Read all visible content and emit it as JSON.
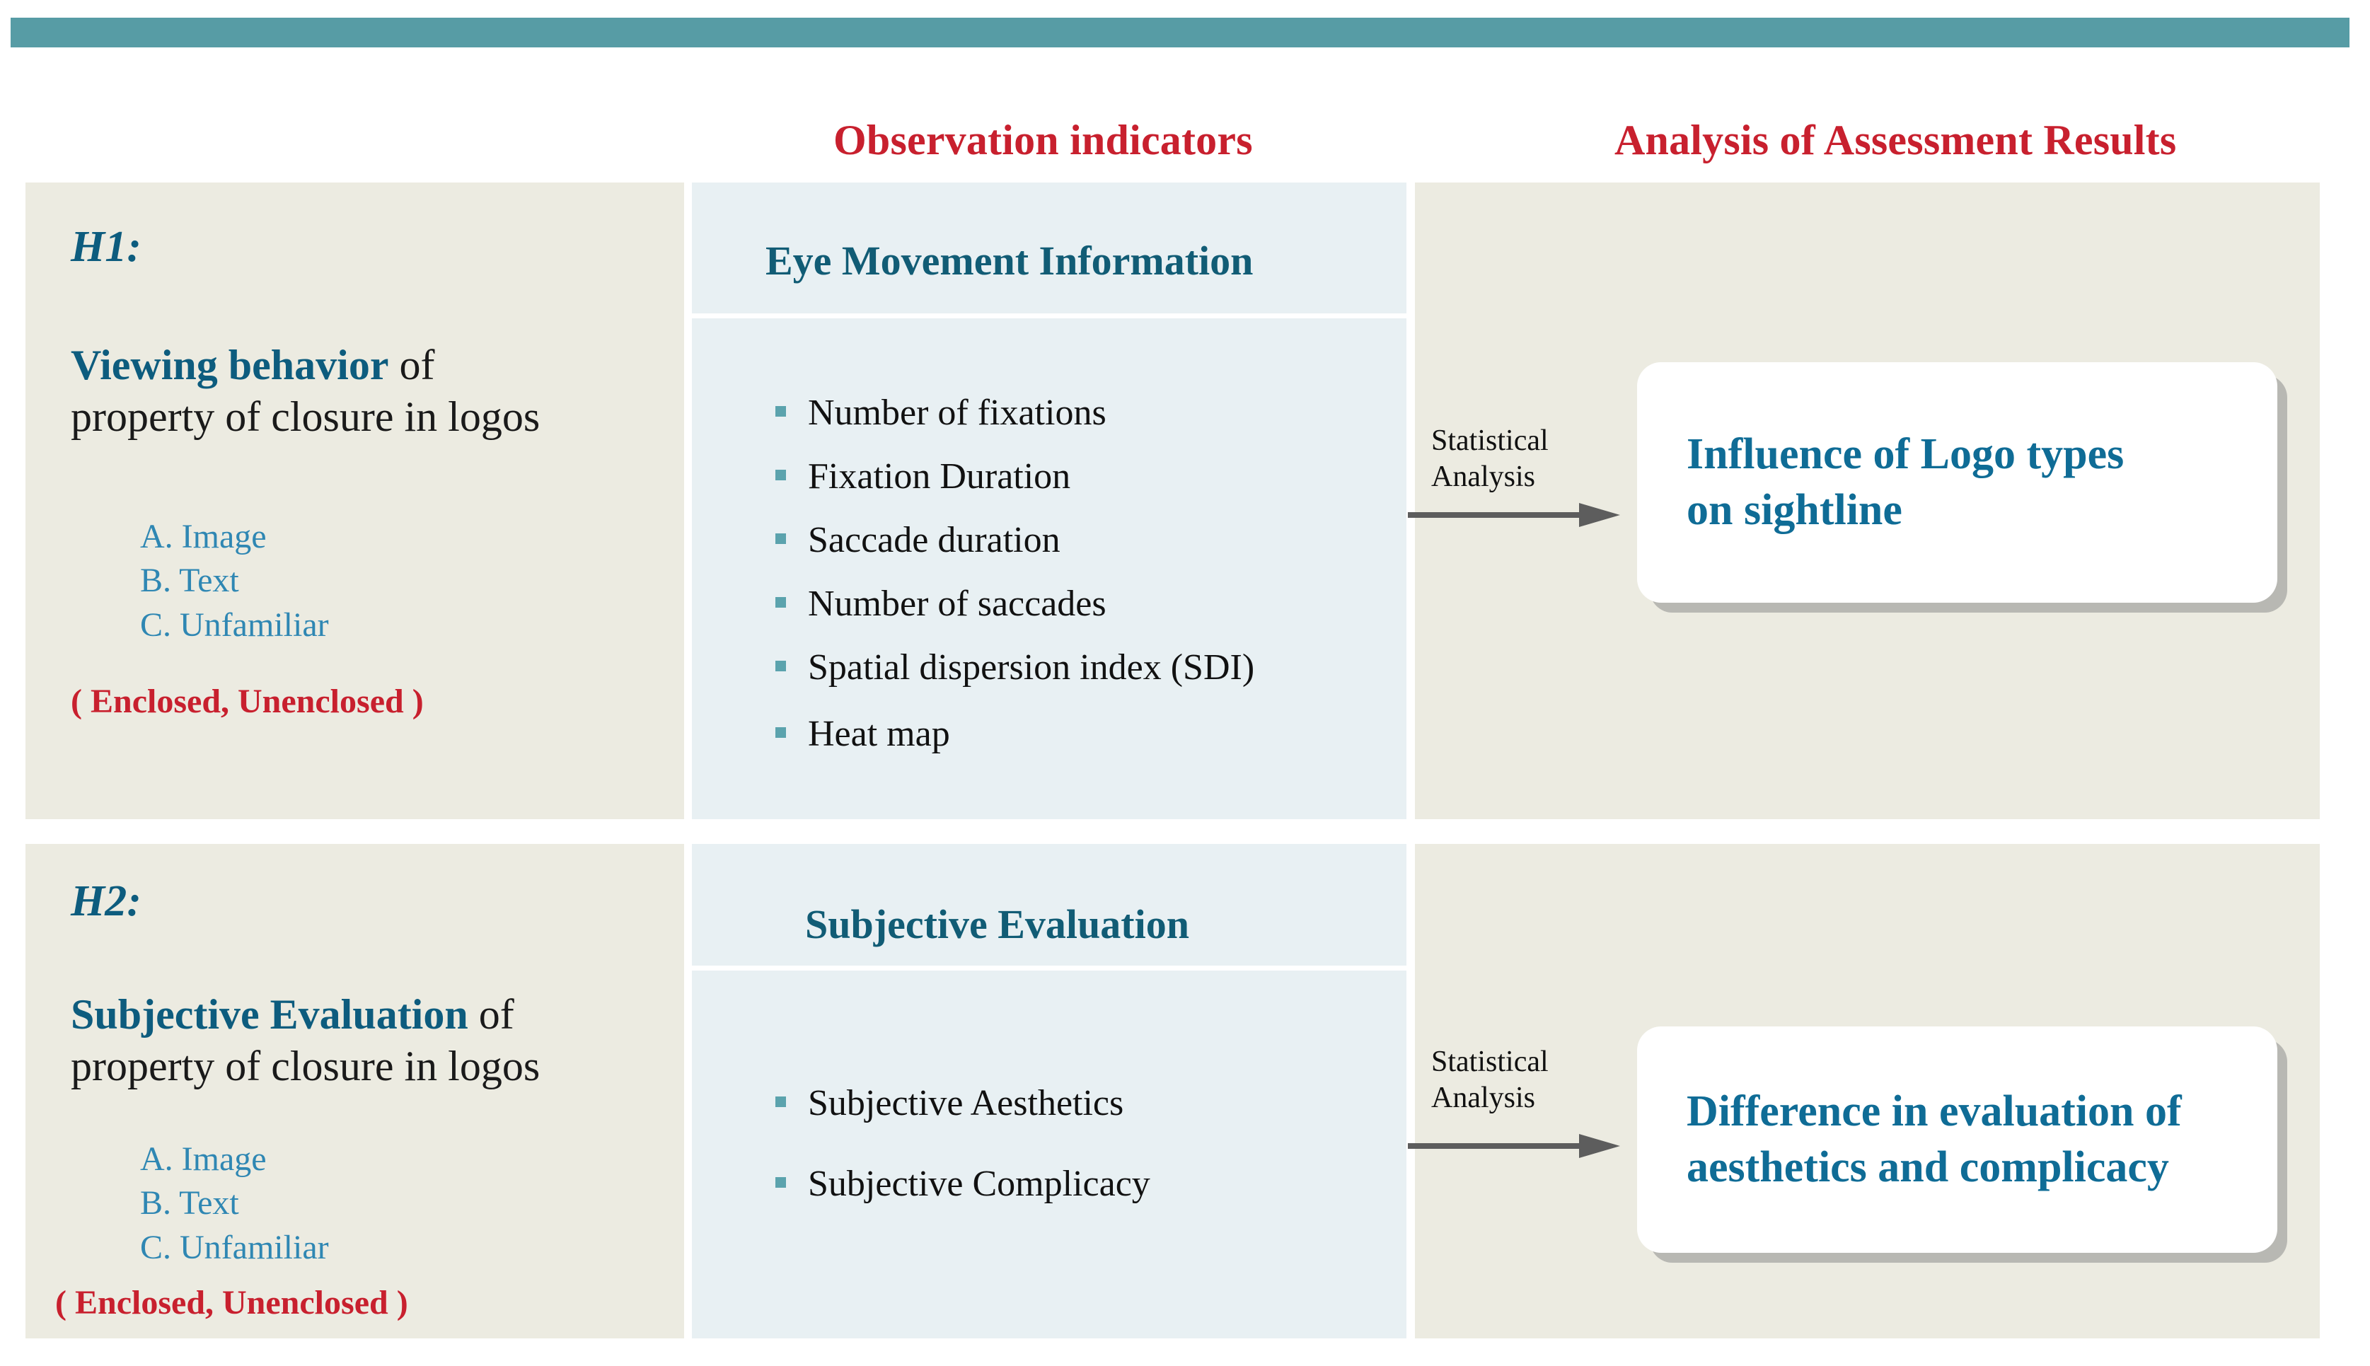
{
  "accent_bar_color": "#579ca5",
  "colors": {
    "red": "#c8202e",
    "deep_blue": "#0d5c7e",
    "mid_blue": "#115c75",
    "light_blue_text": "#2f87b3",
    "result_blue": "#0f6c96",
    "beige_panel": "#ecebe1",
    "blue_panel": "#e8f0f3",
    "bullet_square": "#5ba3ad",
    "arrow_gray": "#5d5d5d"
  },
  "headers": {
    "observation_indicators": "Observation indicators",
    "analysis_of_assessment_results": "Analysis of Assessment Results"
  },
  "rows": [
    {
      "id": "h1",
      "hypothesis": {
        "tag": "H1:",
        "title_highlight": "Viewing behavior",
        "title_rest": " of",
        "title_subline": "property of closure in logos",
        "options": [
          "A. Image",
          "B. Text",
          "C. Unfamiliar"
        ],
        "note": "( Enclosed, Unenclosed )"
      },
      "indicators": {
        "title": "Eye Movement Information",
        "bullets": [
          "Number of fixations",
          "Fixation Duration",
          "Saccade duration",
          "Number of saccades",
          "Spatial dispersion index (SDI)",
          "Heat map"
        ]
      },
      "analysis": {
        "arrow_label_line1": "Statistical",
        "arrow_label_line2": "Analysis",
        "result": "Influence of Logo types\non sightline"
      }
    },
    {
      "id": "h2",
      "hypothesis": {
        "tag": "H2:",
        "title_highlight": "Subjective Evaluation",
        "title_rest": " of",
        "title_subline": "property of closure in logos",
        "options": [
          "A. Image",
          "B. Text",
          "C. Unfamiliar"
        ],
        "note": "( Enclosed, Unenclosed )"
      },
      "indicators": {
        "title": "Subjective Evaluation",
        "bullets": [
          "Subjective Aesthetics",
          "Subjective Complicacy"
        ]
      },
      "analysis": {
        "arrow_label_line1": "Statistical",
        "arrow_label_line2": "Analysis",
        "result": "Difference in evaluation of\naesthetics and complicacy"
      }
    }
  ]
}
